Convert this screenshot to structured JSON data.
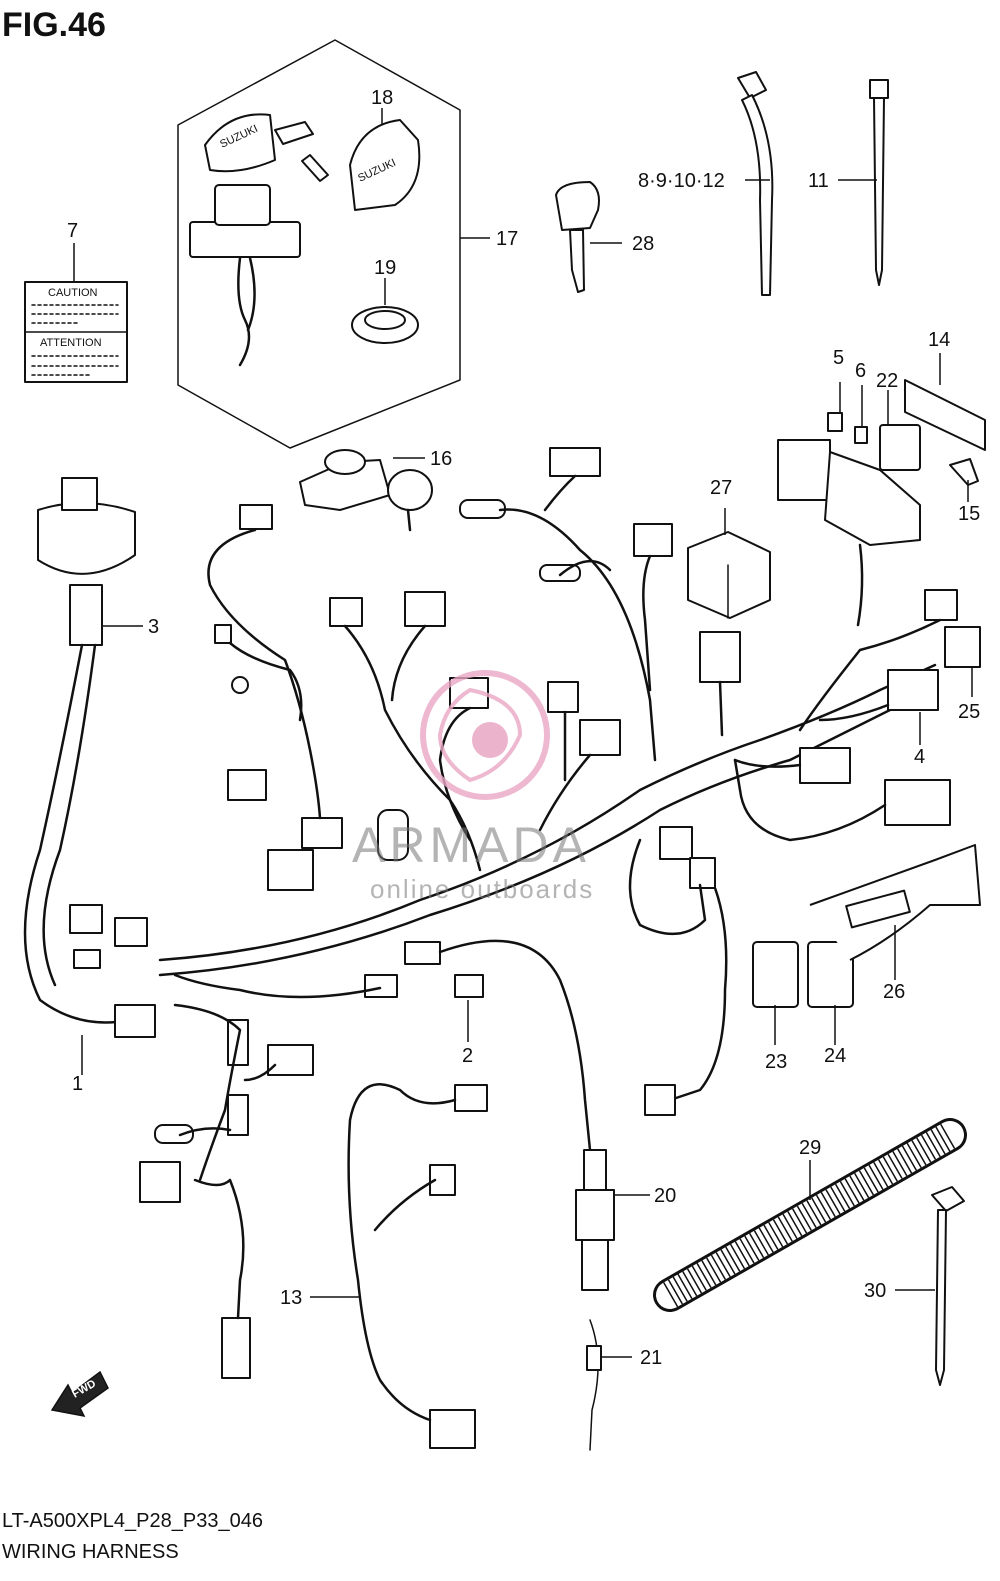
{
  "figure": {
    "title": "FIG.46",
    "model_code": "LT-A500XPL4_P28_P33_046",
    "caption": "WIRING HARNESS"
  },
  "label_sheet": {
    "caution": "CAUTION",
    "attention": "ATTENTION"
  },
  "fwd_mark": "FWD",
  "key_brand": "SUZUKI",
  "watermark": {
    "brand": "ARMADA",
    "tagline": "online outboards"
  },
  "callouts": [
    "1",
    "2",
    "3",
    "4",
    "5",
    "6",
    "7",
    "8·9·10·12",
    "11",
    "13",
    "14",
    "15",
    "16",
    "17",
    "18",
    "19",
    "20",
    "21",
    "22",
    "23",
    "24",
    "25",
    "26",
    "27",
    "28",
    "29",
    "30"
  ],
  "colors": {
    "line": "#111111",
    "watermark_pink": "#e9a6c4",
    "watermark_gray": "#777777"
  }
}
